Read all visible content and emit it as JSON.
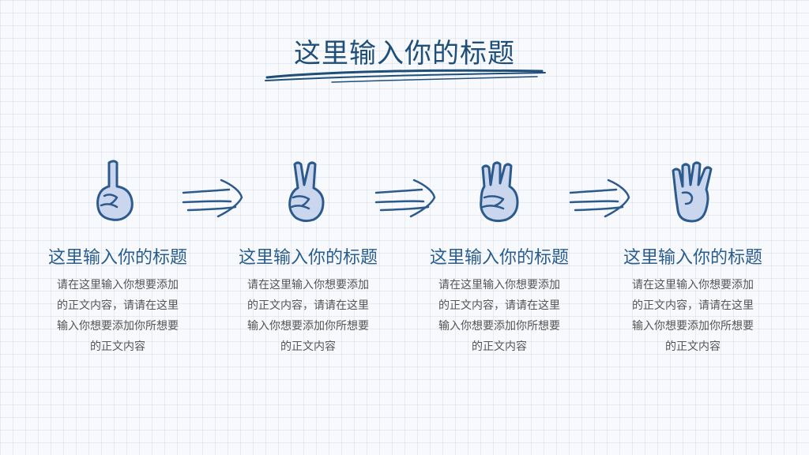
{
  "title": "这里输入你的标题",
  "colors": {
    "accent": "#1f4e79",
    "hand_fill": "#c9d6ee",
    "hand_stroke": "#2d5a8c"
  },
  "steps": [
    {
      "icon": "hand-one-finger-icon",
      "title": "这里输入你的标题",
      "body": "请在这里输入你想要添加\n的正文内容，请请在这里\n输入你想要添加你所想要\n的正文内容"
    },
    {
      "icon": "hand-two-fingers-icon",
      "title": "这里输入你的标题",
      "body": "请在这里输入你想要添加\n的正文内容，请请在这里\n输入你想要添加你所想要\n的正文内容"
    },
    {
      "icon": "hand-three-fingers-icon",
      "title": "这里输入你的标题",
      "body": "请在这里输入你想要添加\n的正文内容，请请在这里\n输入你想要添加你所想要\n的正文内容"
    },
    {
      "icon": "hand-four-fingers-icon",
      "title": "这里输入你的标题",
      "body": "请在这里输入你想要添加\n的正文内容，请请在这里\n输入你想要添加你所想要\n的正文内容"
    }
  ]
}
